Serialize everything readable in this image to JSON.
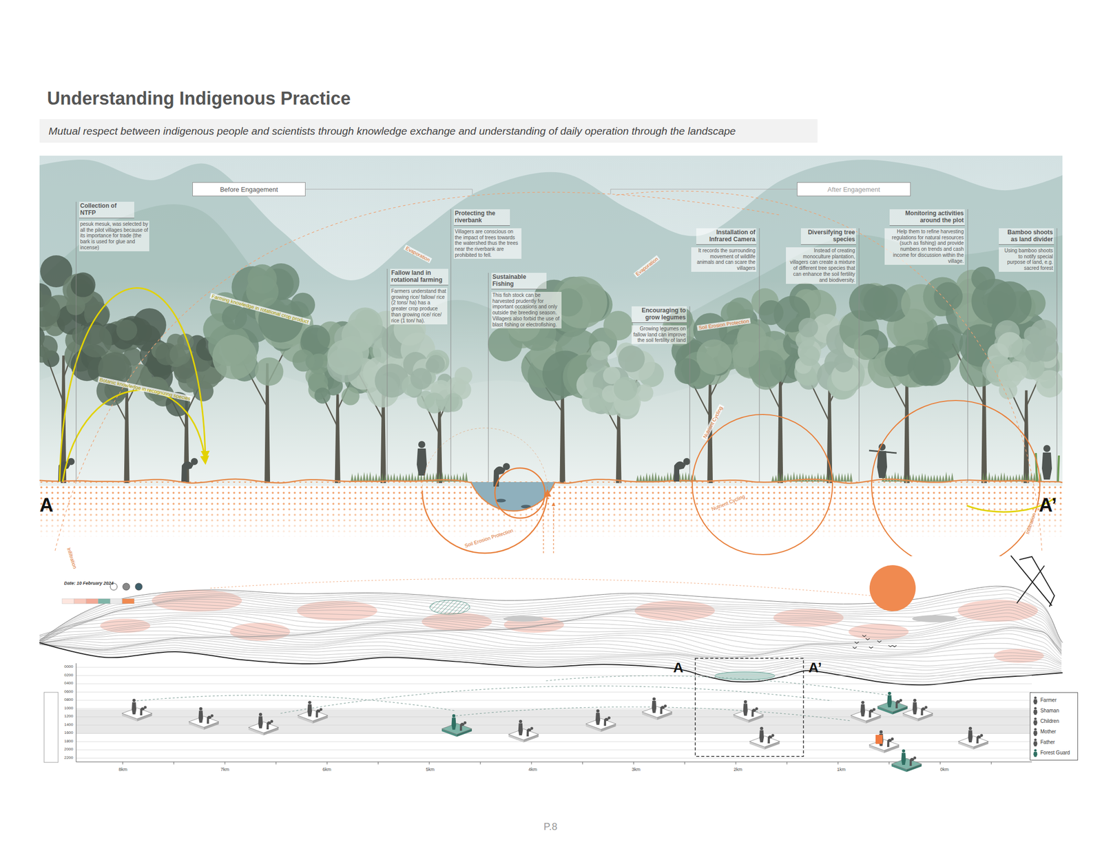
{
  "diagram": {
    "title": "Understanding Indigenous Practice",
    "caption": "Mutual respect between indigenous people and scientists through knowledge exchange and understanding of daily operation through the landscape",
    "nodes": [
      {
        "text": [
          "Before Engagement"
        ]
      },
      {
        "text": [
          "After Engagement"
        ]
      }
    ],
    "labels": [
      "A",
      "A’",
      "Collection of NTFP",
      "pesuk mesuk, was selected by all the pilot villages because of its importance for trade (the bark is used for glue and incense)",
      "Protecting the riverbank",
      "Villagers are conscious on the impact of trees towards the watershed thus the trees near the riverbank are prohibited to fell.",
      "Fallow land in rotational farming",
      "Farmers understand that growing rice/ fallow/ rice (2 tons/ ha) has a greater crop produce than growing rice/ rice/ rice (1 ton/ ha).",
      "Sustainable Fishing",
      "This fish stock can be harvested prudently for important occasions and only outside the breeding season. Villagers also forbid the use of blast fishing or electrofishing.",
      "Encouraging to grow legumes",
      "Growing legumes on fallow land can improve the soil fertility of land",
      "Installation of Infrared Camera",
      "It records the surrounding movement of wildlife animals and can scare the villagers",
      "Diversifying tree species",
      "Instead of creating monoculture plantation, villagers can create a mixture of different tree species that can enhance the soil fertility and biodiversity.",
      "Monitoring activities around the plot",
      "Help them to refine harvesting regulations for natural resources (such as fishing) and provide numbers on trends and cash income for discussion within the village.",
      "Bamboo shoots as land divider",
      "Using bamboo shoots to notify special purpose of land, e.g. sacred forest",
      "Farming knowledge in rotational crop product",
      "Botanic knowledge in recognizing species",
      "Evaporation",
      "Evaporation",
      "Soil Erosion Protection",
      "Soil Erosion Protection",
      "Nutrient Cycling",
      "Nutrient Cycling",
      "Infiltration",
      "Infiltration",
      "Date: 10 February 2024",
      "A",
      "A’",
      "0000",
      "0200",
      "0400",
      "0600",
      "0800",
      "1000",
      "1200",
      "1400",
      "1600",
      "1800",
      "2000",
      "2200",
      "8km",
      "7km",
      "6km",
      "5km",
      "4km",
      "3km",
      "2km",
      "1km",
      "0km",
      "P.8"
    ],
    "legend": [
      {
        "text": "Farmer"
      },
      {
        "text": "Shaman"
      },
      {
        "text": "Children"
      },
      {
        "text": "Mother"
      },
      {
        "text": "Father"
      },
      {
        "text": "Forest Guard"
      }
    ]
  }
}
